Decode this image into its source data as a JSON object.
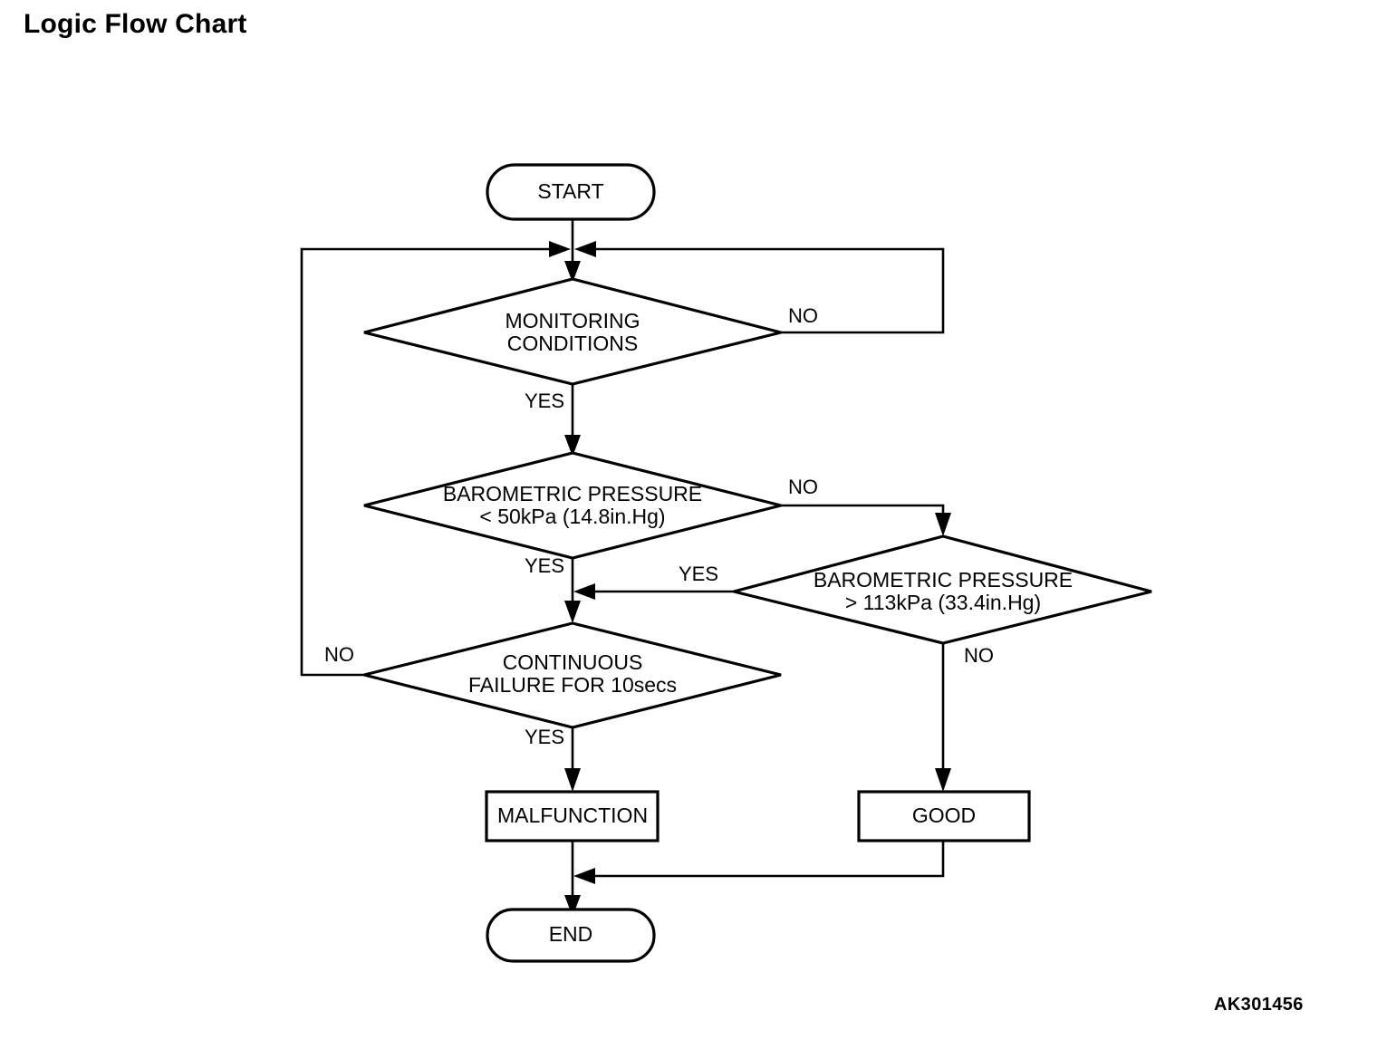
{
  "page": {
    "title": "Logic Flow Chart",
    "figure_code": "AK301456",
    "background_color": "#ffffff",
    "line_color": "#000000"
  },
  "chart_data": {
    "type": "diagram",
    "title": "Logic Flow Chart",
    "nodes": [
      {
        "id": "start",
        "shape": "stadium",
        "label": "START"
      },
      {
        "id": "monitoring",
        "shape": "diamond",
        "line1": "MONITORING",
        "line2": "CONDITIONS"
      },
      {
        "id": "baro_low",
        "shape": "diamond",
        "line1": "BAROMETRIC PRESSURE",
        "line2": "< 50kPa (14.8in.Hg)"
      },
      {
        "id": "baro_high",
        "shape": "diamond",
        "line1": "BAROMETRIC PRESSURE",
        "line2": "> 113kPa (33.4in.Hg)"
      },
      {
        "id": "failure",
        "shape": "diamond",
        "line1": "CONTINUOUS",
        "line2": "FAILURE FOR 10secs"
      },
      {
        "id": "malfunction",
        "shape": "rect",
        "label": "MALFUNCTION"
      },
      {
        "id": "good",
        "shape": "rect",
        "label": "GOOD"
      },
      {
        "id": "end",
        "shape": "stadium",
        "label": "END"
      }
    ],
    "edges": [
      {
        "from": "start",
        "to": "monitoring",
        "label": ""
      },
      {
        "from": "monitoring",
        "to": "start_join",
        "label": "NO"
      },
      {
        "from": "monitoring",
        "to": "baro_low",
        "label": "YES"
      },
      {
        "from": "baro_low",
        "to": "baro_high",
        "label": "NO"
      },
      {
        "from": "baro_low",
        "to": "failure",
        "label": "YES"
      },
      {
        "from": "baro_high",
        "to": "failure",
        "label": "YES"
      },
      {
        "from": "baro_high",
        "to": "good",
        "label": "NO"
      },
      {
        "from": "failure",
        "to": "start_join",
        "label": "NO"
      },
      {
        "from": "failure",
        "to": "malfunction",
        "label": "YES"
      },
      {
        "from": "malfunction",
        "to": "end",
        "label": ""
      },
      {
        "from": "good",
        "to": "end",
        "label": ""
      }
    ],
    "edge_labels": {
      "monitoring_no": "NO",
      "monitoring_yes": "YES",
      "baro_low_no": "NO",
      "baro_low_yes": "YES",
      "baro_high_yes": "YES",
      "baro_high_no": "NO",
      "failure_no": "NO",
      "failure_yes": "YES"
    }
  }
}
